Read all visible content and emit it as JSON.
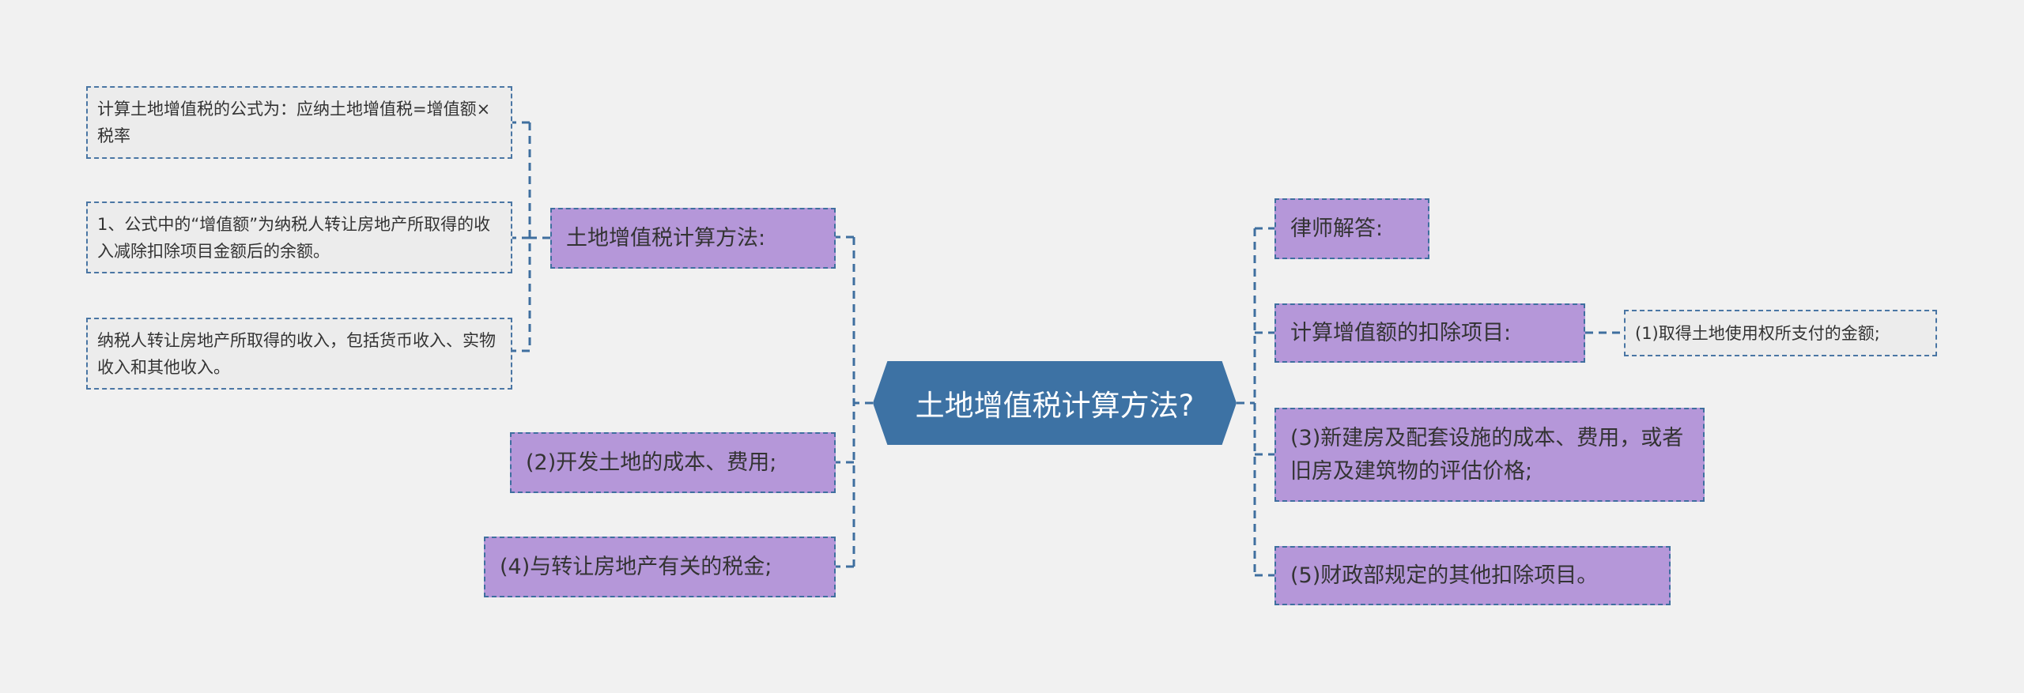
{
  "root": {
    "label": "土地增值税计算方法?"
  },
  "left": {
    "method": {
      "label": "土地增值税计算方法:",
      "children": [
        "计算土地增值税的公式为：应纳土地增值税=增值额×税率",
        "1、公式中的“增值额”为纳税人转让房地产所取得的收入减除扣除项目金额后的余额。",
        "纳税人转让房地产所取得的收入，包括货币收入、实物收入和其他收入。"
      ]
    },
    "item2": "(2)开发土地的成本、费用;",
    "item4": "(4)与转让房地产有关的税金;"
  },
  "right": {
    "lawyer": "律师解答:",
    "deduction": {
      "label": "计算增值额的扣除项目:",
      "child": "(1)取得土地使用权所支付的金额;"
    },
    "item3": "(3)新建房及配套设施的成本、费用，或者旧房及建筑物的评估价格;",
    "item5": "(5)财政部规定的其他扣除项目。"
  },
  "colors": {
    "root": "#3d72a4",
    "branch": "#b597d9",
    "leaf": "#ececec",
    "line": "#3f6f9f"
  }
}
